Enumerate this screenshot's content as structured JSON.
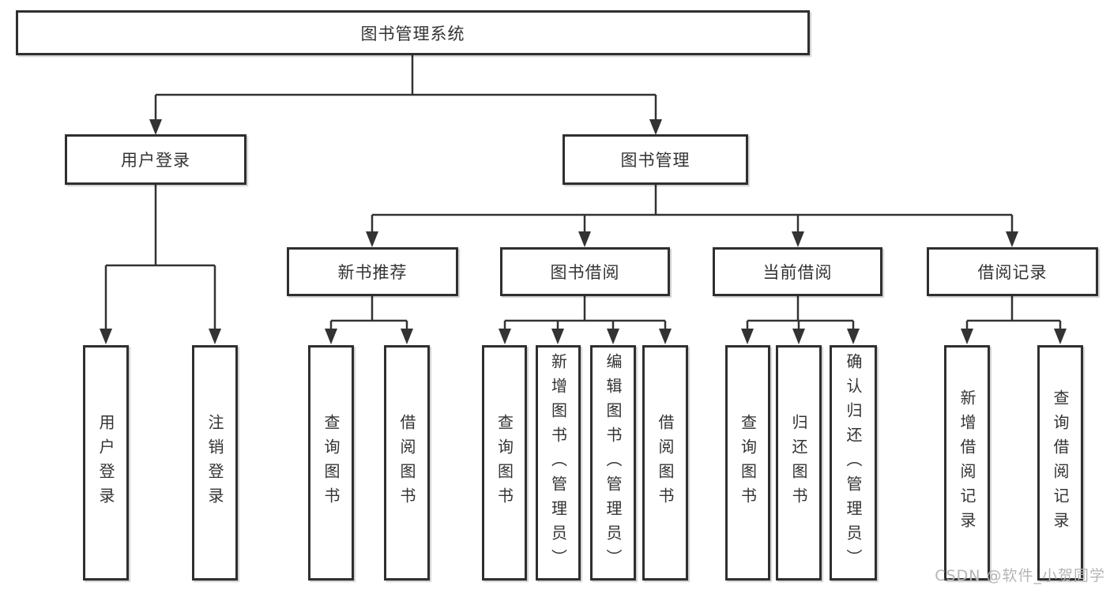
{
  "diagram": {
    "root": {
      "label": "图书管理系统"
    },
    "level2": [
      {
        "id": "user-login",
        "label": "用户登录"
      },
      {
        "id": "book-management",
        "label": "图书管理"
      }
    ],
    "level3": [
      {
        "id": "new-book-recommend",
        "label": "新书推荐"
      },
      {
        "id": "book-borrow",
        "label": "图书借阅"
      },
      {
        "id": "current-borrow",
        "label": "当前借阅"
      },
      {
        "id": "borrow-records",
        "label": "借阅记录"
      }
    ],
    "leaves": {
      "user_login": [
        {
          "label": "用户登录"
        },
        {
          "label": "注销登录"
        }
      ],
      "new_book_recommend": [
        {
          "label": "查询图书"
        },
        {
          "label": "借阅图书"
        }
      ],
      "book_borrow": [
        {
          "label": "查询图书"
        },
        {
          "label": "新增图书（管理员）"
        },
        {
          "label": "编辑图书（管理员）"
        },
        {
          "label": "借阅图书"
        }
      ],
      "current_borrow": [
        {
          "label": "查询图书"
        },
        {
          "label": "归还图书"
        },
        {
          "label": "确认归还（管理员）"
        }
      ],
      "borrow_records": [
        {
          "label": "新增借阅记录"
        },
        {
          "label": "查询借阅记录"
        }
      ]
    },
    "watermark": "CSDN @软件_小贺同学",
    "colors": {
      "line": "#333333",
      "box_border": "#2f2f2f",
      "text": "#333333",
      "watermark": "#b5b5b5",
      "background": "#ffffff"
    }
  }
}
